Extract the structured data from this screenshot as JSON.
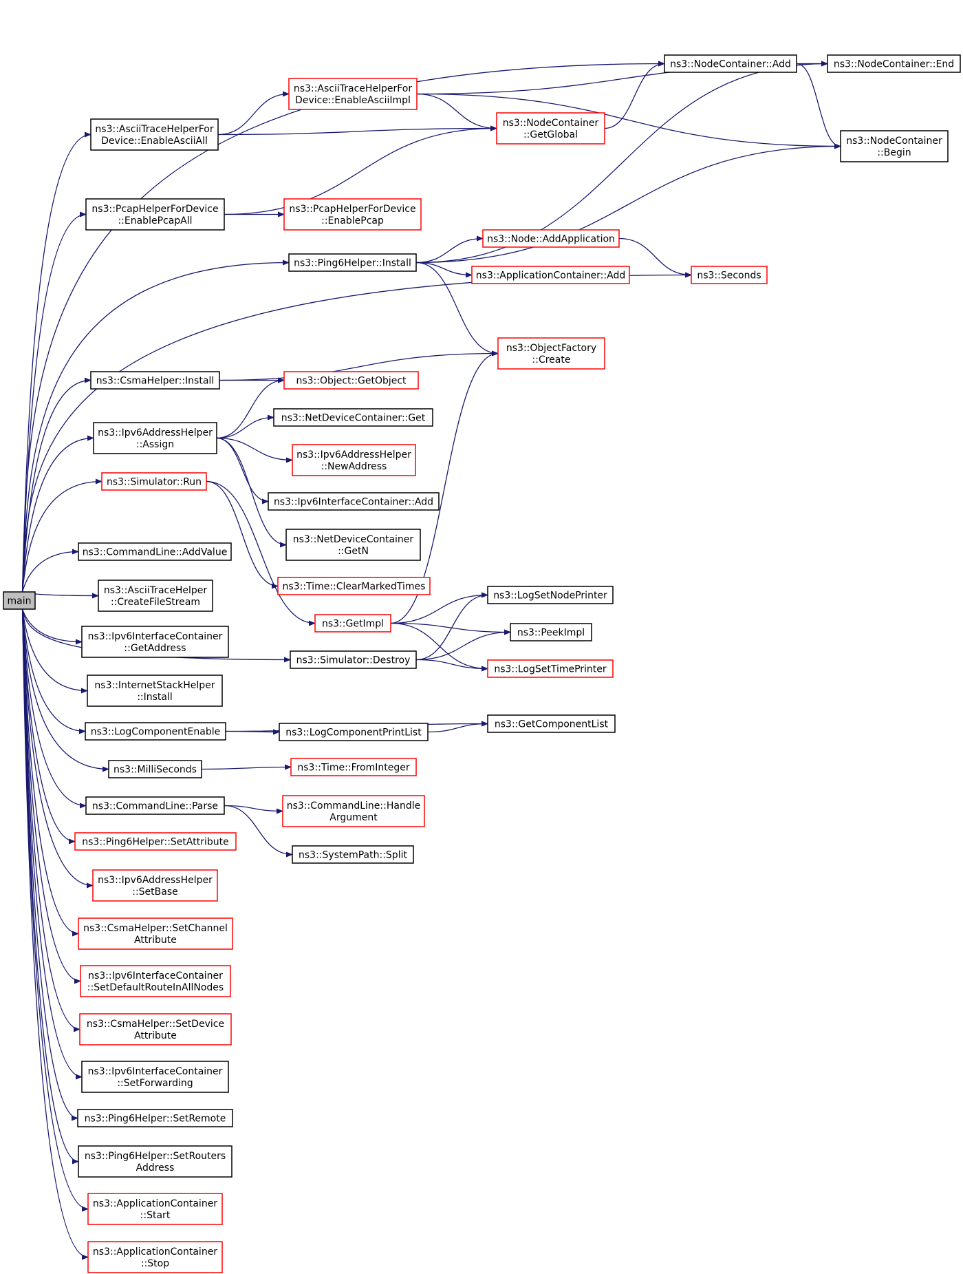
{
  "colors": {
    "edge": "#191970",
    "link_border": "#000000",
    "unlinked_border": "#ff0000",
    "root_fill": "#bfbfbf"
  },
  "nodes": [
    {
      "id": "main",
      "lines": [
        "main"
      ],
      "border": "black",
      "root": true
    },
    {
      "id": "nc_add",
      "lines": [
        "ns3::NodeContainer::Add"
      ],
      "border": "black"
    },
    {
      "id": "nc_end",
      "lines": [
        "ns3::NodeContainer::End"
      ],
      "border": "black"
    },
    {
      "id": "atfd_impl",
      "lines": [
        "ns3::AsciiTraceHelperFor",
        "Device::EnableAsciiImpl"
      ],
      "border": "red"
    },
    {
      "id": "nc_global",
      "lines": [
        "ns3::NodeContainer",
        "::GetGlobal"
      ],
      "border": "red"
    },
    {
      "id": "nc_begin",
      "lines": [
        "ns3::NodeContainer",
        "::Begin"
      ],
      "border": "black"
    },
    {
      "id": "atfd_all",
      "lines": [
        "ns3::AsciiTraceHelperFor",
        "Device::EnableAsciiAll"
      ],
      "border": "black"
    },
    {
      "id": "phfd_all",
      "lines": [
        "ns3::PcapHelperForDevice",
        "::EnablePcapAll"
      ],
      "border": "black"
    },
    {
      "id": "phfd_pcap",
      "lines": [
        "ns3::PcapHelperForDevice",
        "::EnablePcap"
      ],
      "border": "red"
    },
    {
      "id": "p6_install",
      "lines": [
        "ns3::Ping6Helper::Install"
      ],
      "border": "black"
    },
    {
      "id": "node_addapp",
      "lines": [
        "ns3::Node::AddApplication"
      ],
      "border": "red"
    },
    {
      "id": "appc_add",
      "lines": [
        "ns3::ApplicationContainer::Add"
      ],
      "border": "red"
    },
    {
      "id": "seconds",
      "lines": [
        "ns3::Seconds"
      ],
      "border": "red"
    },
    {
      "id": "of_create",
      "lines": [
        "ns3::ObjectFactory",
        "::Create"
      ],
      "border": "red"
    },
    {
      "id": "csma_install",
      "lines": [
        "ns3::CsmaHelper::Install"
      ],
      "border": "black"
    },
    {
      "id": "obj_get",
      "lines": [
        "ns3::Object::GetObject"
      ],
      "border": "red"
    },
    {
      "id": "ndc_get",
      "lines": [
        "ns3::NetDeviceContainer::Get"
      ],
      "border": "black"
    },
    {
      "id": "ip6ah_assign",
      "lines": [
        "ns3::Ipv6AddressHelper",
        "::Assign"
      ],
      "border": "black"
    },
    {
      "id": "ip6ah_newaddr",
      "lines": [
        "ns3::Ipv6AddressHelper",
        "::NewAddress"
      ],
      "border": "red"
    },
    {
      "id": "sim_run",
      "lines": [
        "ns3::Simulator::Run"
      ],
      "border": "red"
    },
    {
      "id": "ip6ic_add",
      "lines": [
        "ns3::Ipv6InterfaceContainer::Add"
      ],
      "border": "black"
    },
    {
      "id": "ndc_getn",
      "lines": [
        "ns3::NetDeviceContainer",
        "::GetN"
      ],
      "border": "black"
    },
    {
      "id": "cl_addvalue",
      "lines": [
        "ns3::CommandLine::AddValue"
      ],
      "border": "black"
    },
    {
      "id": "time_clear",
      "lines": [
        "ns3::Time::ClearMarkedTimes"
      ],
      "border": "red"
    },
    {
      "id": "ath_cfs",
      "lines": [
        "ns3::AsciiTraceHelper",
        "::CreateFileStream"
      ],
      "border": "black"
    },
    {
      "id": "logsetnode",
      "lines": [
        "ns3::LogSetNodePrinter"
      ],
      "border": "black"
    },
    {
      "id": "getimpl",
      "lines": [
        "ns3::GetImpl"
      ],
      "border": "red"
    },
    {
      "id": "peekimpl",
      "lines": [
        "ns3::PeekImpl"
      ],
      "border": "black"
    },
    {
      "id": "ip6ic_getaddr",
      "lines": [
        "ns3::Ipv6InterfaceContainer",
        "::GetAddress"
      ],
      "border": "black"
    },
    {
      "id": "sim_destroy",
      "lines": [
        "ns3::Simulator::Destroy"
      ],
      "border": "black"
    },
    {
      "id": "logsettime",
      "lines": [
        "ns3::LogSetTimePrinter"
      ],
      "border": "red"
    },
    {
      "id": "ish_install",
      "lines": [
        "ns3::InternetStackHelper",
        "::Install"
      ],
      "border": "black"
    },
    {
      "id": "logce",
      "lines": [
        "ns3::LogComponentEnable"
      ],
      "border": "black"
    },
    {
      "id": "logcpl",
      "lines": [
        "ns3::LogComponentPrintList"
      ],
      "border": "black"
    },
    {
      "id": "getcl",
      "lines": [
        "ns3::GetComponentList"
      ],
      "border": "black"
    },
    {
      "id": "millis",
      "lines": [
        "ns3::MilliSeconds"
      ],
      "border": "black"
    },
    {
      "id": "time_fromint",
      "lines": [
        "ns3::Time::FromInteger"
      ],
      "border": "red"
    },
    {
      "id": "cl_parse",
      "lines": [
        "ns3::CommandLine::Parse"
      ],
      "border": "black"
    },
    {
      "id": "cl_handle",
      "lines": [
        "ns3::CommandLine::Handle",
        "Argument"
      ],
      "border": "red"
    },
    {
      "id": "sp_split",
      "lines": [
        "ns3::SystemPath::Split"
      ],
      "border": "black"
    },
    {
      "id": "p6_setattr",
      "lines": [
        "ns3::Ping6Helper::SetAttribute"
      ],
      "border": "red"
    },
    {
      "id": "ip6ah_setbase",
      "lines": [
        "ns3::Ipv6AddressHelper",
        "::SetBase"
      ],
      "border": "red"
    },
    {
      "id": "csma_setchan",
      "lines": [
        "ns3::CsmaHelper::SetChannel",
        "Attribute"
      ],
      "border": "red"
    },
    {
      "id": "ip6ic_setdef",
      "lines": [
        "ns3::Ipv6InterfaceContainer",
        "::SetDefaultRouteInAllNodes"
      ],
      "border": "red"
    },
    {
      "id": "csma_setdev",
      "lines": [
        "ns3::CsmaHelper::SetDevice",
        "Attribute"
      ],
      "border": "red"
    },
    {
      "id": "ip6ic_setfwd",
      "lines": [
        "ns3::Ipv6InterfaceContainer",
        "::SetForwarding"
      ],
      "border": "black"
    },
    {
      "id": "p6_setremote",
      "lines": [
        "ns3::Ping6Helper::SetRemote"
      ],
      "border": "black"
    },
    {
      "id": "p6_setrouters",
      "lines": [
        "ns3::Ping6Helper::SetRouters",
        "Address"
      ],
      "border": "black"
    },
    {
      "id": "appc_start",
      "lines": [
        "ns3::ApplicationContainer",
        "::Start"
      ],
      "border": "red"
    },
    {
      "id": "appc_stop",
      "lines": [
        "ns3::ApplicationContainer",
        "::Stop"
      ],
      "border": "red"
    }
  ],
  "edges": [
    [
      "main",
      "nc_add"
    ],
    [
      "main",
      "atfd_all"
    ],
    [
      "main",
      "phfd_all"
    ],
    [
      "main",
      "p6_install"
    ],
    [
      "main",
      "seconds"
    ],
    [
      "main",
      "csma_install"
    ],
    [
      "main",
      "ip6ah_assign"
    ],
    [
      "main",
      "sim_run"
    ],
    [
      "main",
      "sim_destroy"
    ],
    [
      "main",
      "cl_addvalue"
    ],
    [
      "main",
      "ath_cfs"
    ],
    [
      "main",
      "ip6ic_getaddr"
    ],
    [
      "main",
      "ish_install"
    ],
    [
      "main",
      "logce"
    ],
    [
      "main",
      "millis"
    ],
    [
      "main",
      "cl_parse"
    ],
    [
      "main",
      "p6_setattr"
    ],
    [
      "main",
      "ip6ah_setbase"
    ],
    [
      "main",
      "csma_setchan"
    ],
    [
      "main",
      "ip6ic_setdef"
    ],
    [
      "main",
      "csma_setdev"
    ],
    [
      "main",
      "ip6ic_setfwd"
    ],
    [
      "main",
      "p6_setremote"
    ],
    [
      "main",
      "p6_setrouters"
    ],
    [
      "main",
      "appc_start"
    ],
    [
      "main",
      "appc_stop"
    ],
    [
      "nc_add",
      "nc_end"
    ],
    [
      "nc_add",
      "nc_begin"
    ],
    [
      "atfd_all",
      "atfd_impl"
    ],
    [
      "atfd_all",
      "nc_global"
    ],
    [
      "atfd_impl",
      "nc_end"
    ],
    [
      "atfd_impl",
      "nc_global"
    ],
    [
      "atfd_impl",
      "nc_begin"
    ],
    [
      "nc_global",
      "nc_add"
    ],
    [
      "phfd_all",
      "nc_global"
    ],
    [
      "phfd_all",
      "phfd_pcap"
    ],
    [
      "p6_install",
      "nc_end"
    ],
    [
      "p6_install",
      "nc_begin"
    ],
    [
      "p6_install",
      "node_addapp"
    ],
    [
      "p6_install",
      "appc_add"
    ],
    [
      "p6_install",
      "of_create"
    ],
    [
      "node_addapp",
      "seconds"
    ],
    [
      "csma_install",
      "of_create"
    ],
    [
      "csma_install",
      "obj_get"
    ],
    [
      "ip6ah_assign",
      "obj_get"
    ],
    [
      "ip6ah_assign",
      "ndc_get"
    ],
    [
      "ip6ah_assign",
      "ip6ah_newaddr"
    ],
    [
      "ip6ah_assign",
      "ip6ic_add"
    ],
    [
      "ip6ah_assign",
      "ndc_getn"
    ],
    [
      "sim_run",
      "time_clear"
    ],
    [
      "sim_run",
      "getimpl"
    ],
    [
      "getimpl",
      "of_create"
    ],
    [
      "getimpl",
      "logsetnode"
    ],
    [
      "getimpl",
      "peekimpl"
    ],
    [
      "getimpl",
      "logsettime"
    ],
    [
      "sim_destroy",
      "logsetnode"
    ],
    [
      "sim_destroy",
      "peekimpl"
    ],
    [
      "sim_destroy",
      "logsettime"
    ],
    [
      "logce",
      "getcl"
    ],
    [
      "logce",
      "logcpl"
    ],
    [
      "logcpl",
      "getcl"
    ],
    [
      "millis",
      "time_fromint"
    ],
    [
      "cl_parse",
      "cl_handle"
    ],
    [
      "cl_parse",
      "sp_split"
    ]
  ]
}
